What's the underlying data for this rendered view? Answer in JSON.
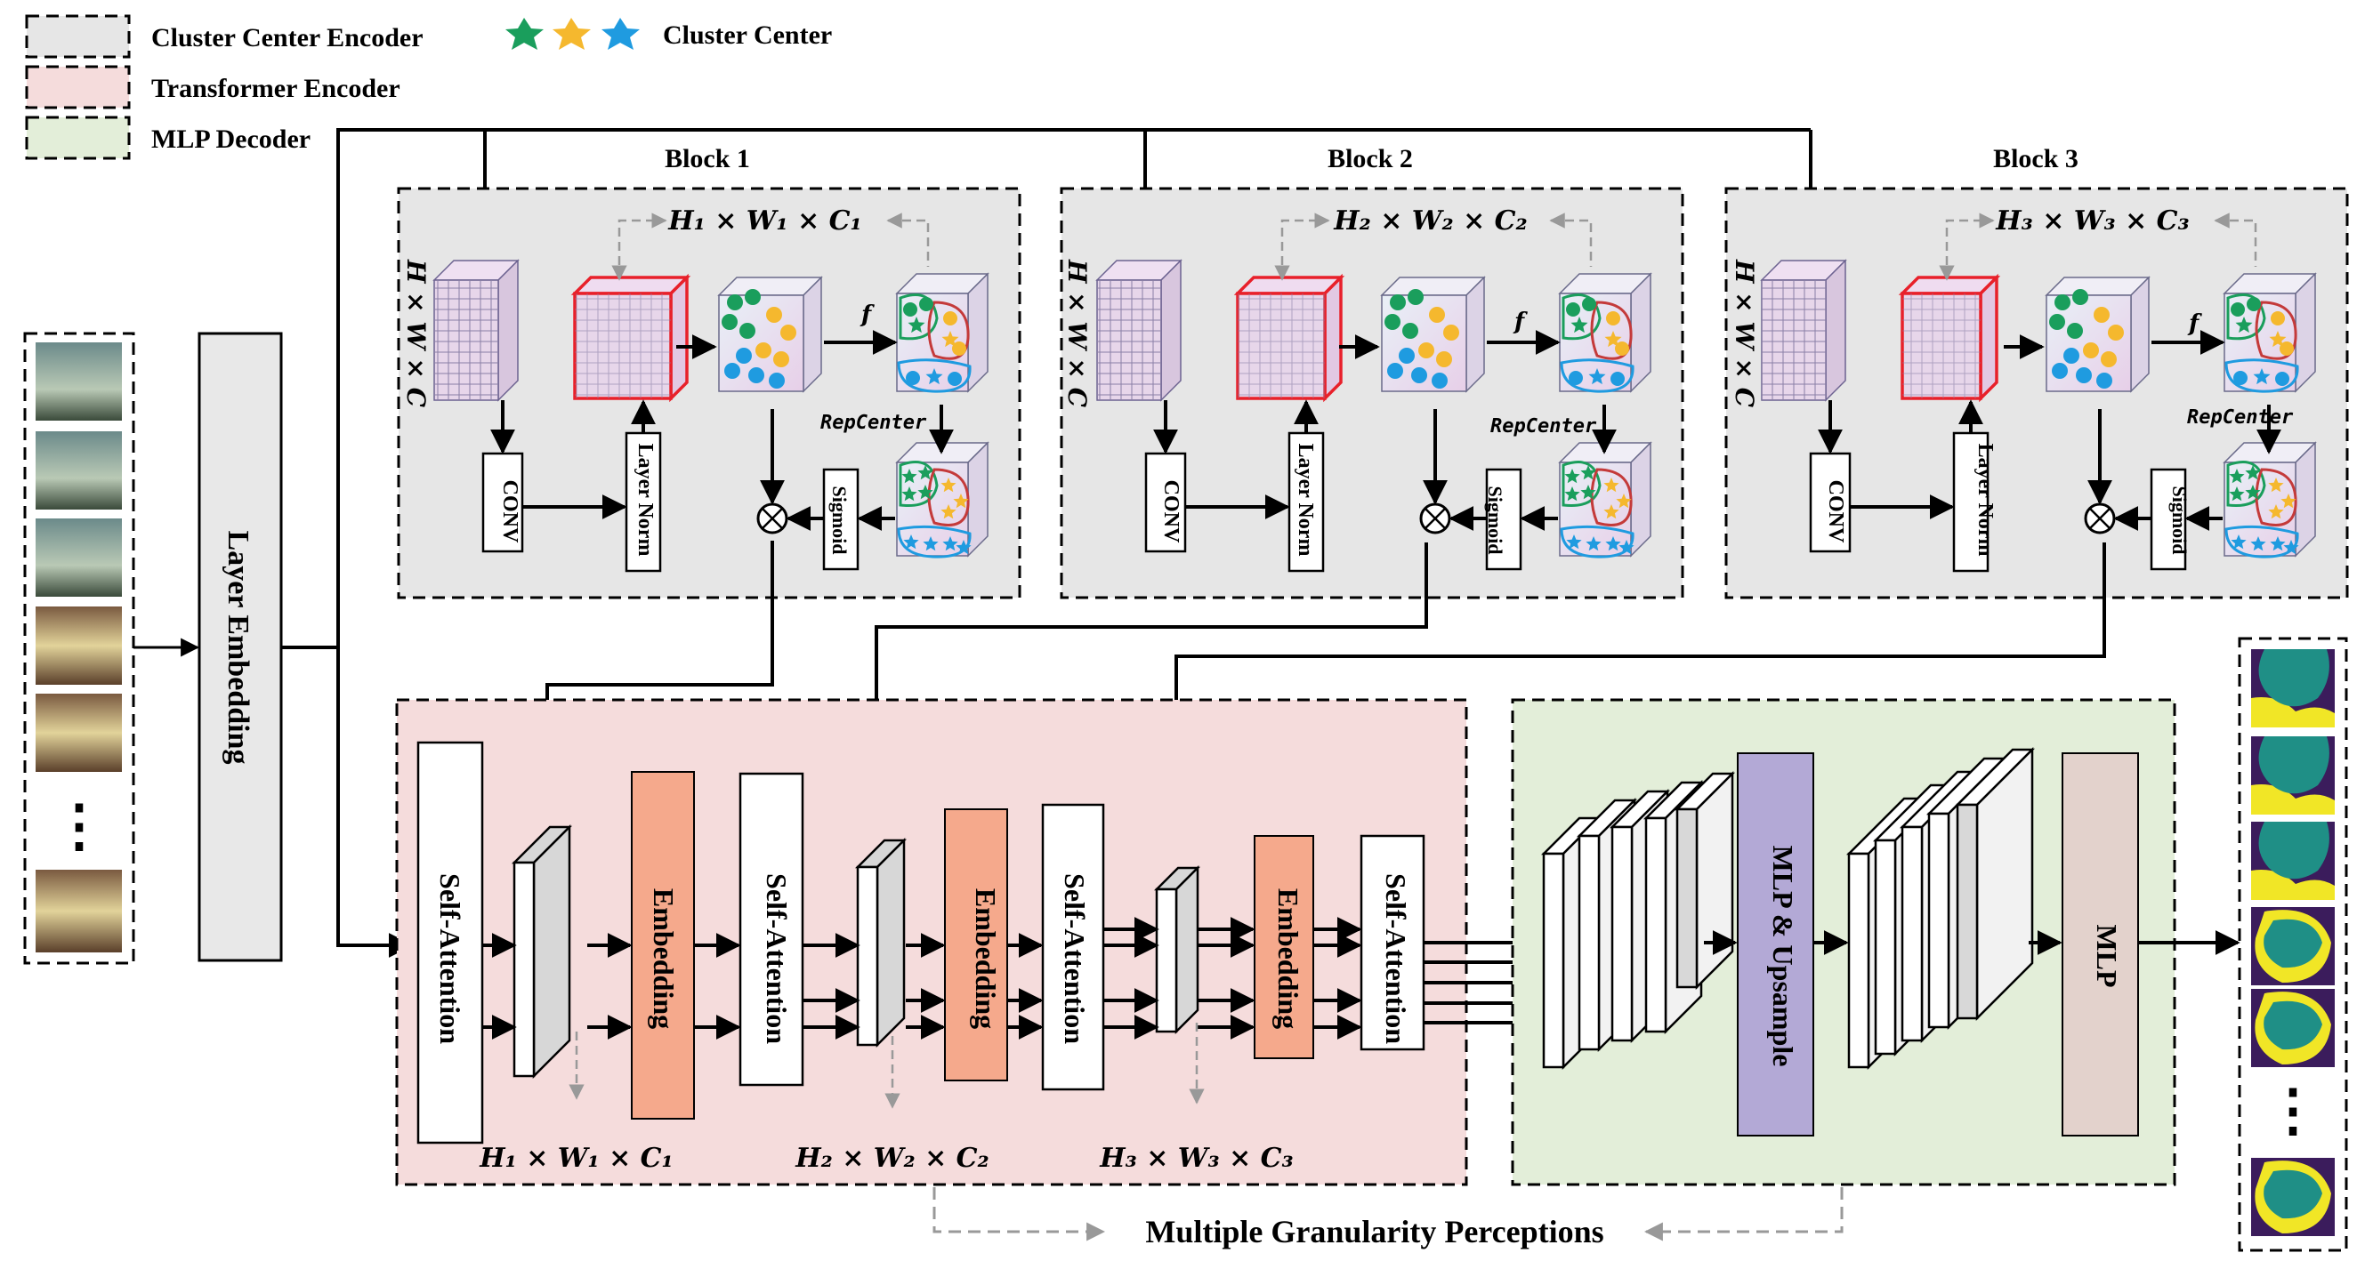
{
  "legend": {
    "cluster_center_encoder": "Cluster Center Encoder",
    "transformer_encoder": "Transformer Encoder",
    "mlp_decoder": "MLP Decoder",
    "cluster_center": "Cluster Center"
  },
  "colors": {
    "cluster_encoder_bg": "#e6e6e6",
    "transformer_bg": "#f5dcdc",
    "mlp_decoder_bg": "#e3eed9",
    "star_green": "#1a9e5c",
    "star_yellow": "#f5b82e",
    "star_blue": "#1f9be0",
    "embedding_fill": "#f5a98c",
    "mlp_upsample_fill": "#b3a9d6",
    "mlp_fill": "#e3d2cc",
    "cube_fill": "#e7d2ea",
    "highlight_red": "#e8202a"
  },
  "layer_embedding": "Layer  Embedding",
  "blocks": [
    {
      "title": "Block 1",
      "dims": "H₁ × W₁ × C₁",
      "side": "H × W × C",
      "conv": "CONV",
      "norm": "Layer Norm",
      "sigmoid": "Sigmoid",
      "f": "f",
      "rep": "RepCenter"
    },
    {
      "title": "Block 2",
      "dims": "H₂ × W₂ × C₂",
      "side": "H × W × C",
      "conv": "CONV",
      "norm": "Layer Norm",
      "sigmoid": "Sigmoid",
      "f": "f",
      "rep": "RepCenter"
    },
    {
      "title": "Block 3",
      "dims": "H₃ × W₃ × C₃",
      "side": "H × W × C",
      "conv": "CONV",
      "norm": "Layer Norm",
      "sigmoid": "Sigmoid",
      "f": "f",
      "rep": "RepCenter"
    }
  ],
  "transformer": {
    "self_attention": "Self-Attention",
    "embedding": "Embedding",
    "dims": [
      "H₁ × W₁ × C₁",
      "H₂ × W₂ × C₂",
      "H₃ × W₃ × C₃"
    ]
  },
  "decoder": {
    "mlp_upsample": "MLP & Upsample",
    "mlp": "MLP"
  },
  "bottom_label": "Multiple Granularity Perceptions",
  "input_ellipsis": "⋮",
  "output_ellipsis": "⋮"
}
